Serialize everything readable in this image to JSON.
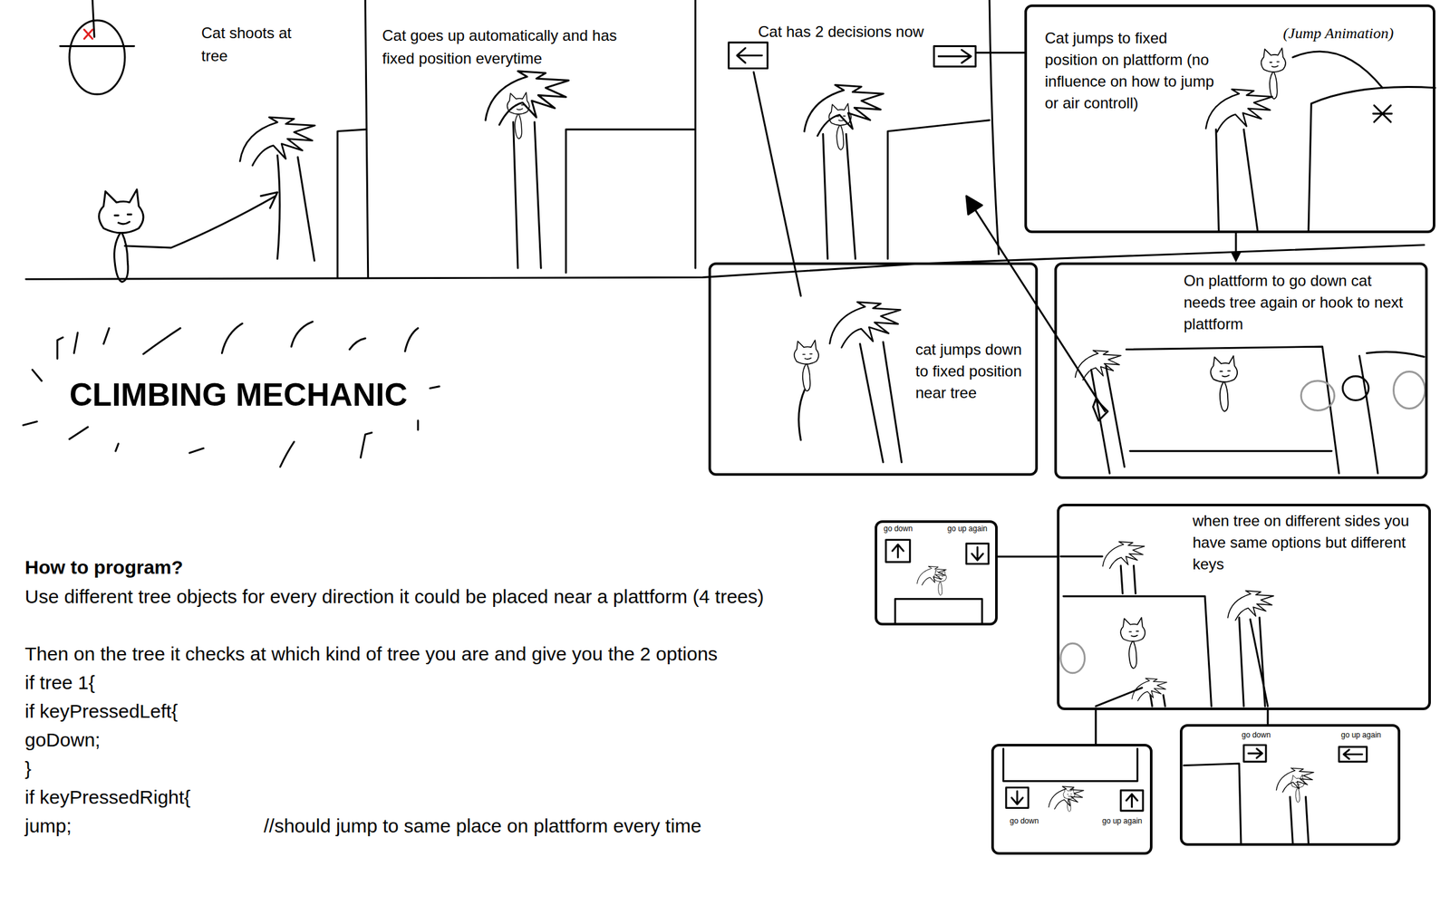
{
  "diagram": {
    "title": "CLIMBING MECHANIC",
    "nodes": [
      {
        "text": [
          "Cat jumps to fixed position on plattform (no influence on how to jump or air controll)",
          "(Jump Animation)"
        ]
      },
      {
        "text": [
          "cat jumps down to fixed position near tree"
        ]
      },
      {
        "text": [
          "On plattform to go down cat needs tree again or hook to next plattform"
        ]
      },
      {
        "text": [
          "when tree on different sides you have same options but different keys"
        ]
      },
      {
        "text": [
          "go down",
          "go up again"
        ]
      },
      {
        "text": [
          "go down",
          "go up again"
        ]
      },
      {
        "text": [
          "go down",
          "go up again"
        ]
      }
    ],
    "edges": [
      {
        "from": 0,
        "to": 2,
        "arrow": "to"
      },
      {
        "from": 4,
        "to": 3,
        "arrow": "none"
      },
      {
        "from": 6,
        "to": 3,
        "arrow": "none"
      },
      {
        "from": 5,
        "to": 3,
        "arrow": "none"
      }
    ],
    "labels": [
      "Cat shoots at tree",
      "Cat goes up automatically and has fixed position everytime",
      "Cat has 2 decisions now",
      "How to program?",
      "Use different tree objects for every direction it could be placed near a plattform (4 trees)",
      "Then on the tree it checks at which kind of tree you are and give you the 2 options",
      "if tree 1{",
      "if keyPressedLeft{",
      "goDown;",
      "}",
      "if keyPressedRight{",
      "jump;",
      "//should jump to same place on plattform every time"
    ]
  }
}
